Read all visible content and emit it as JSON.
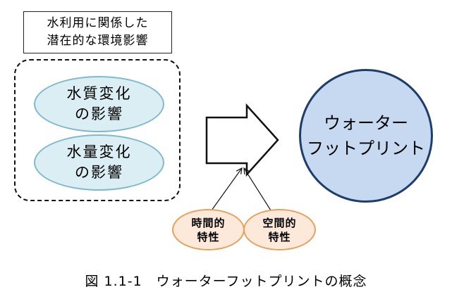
{
  "header_box": {
    "line1": "水利用に関係した",
    "line2": "潜在的な環境影響"
  },
  "blue_items": [
    {
      "line1": "水質変化",
      "line2": "の影響"
    },
    {
      "line1": "水量変化",
      "line2": "の影響"
    }
  ],
  "orange_items": [
    {
      "line1": "時間的",
      "line2": "特性"
    },
    {
      "line1": "空間的",
      "line2": "特性"
    }
  ],
  "circle": {
    "line1": "ウォーター",
    "line2": "フットプリント"
  },
  "caption": "図 1.1-1　ウォーターフットプリントの概念",
  "colors": {
    "blue_fill": "#daeef3",
    "blue_border": "#7fb9cb",
    "orange_fill": "#fde9d9",
    "orange_border": "#e7a15e",
    "circle_fill": "#c6d9f1",
    "circle_border": "#1f3d6b"
  }
}
